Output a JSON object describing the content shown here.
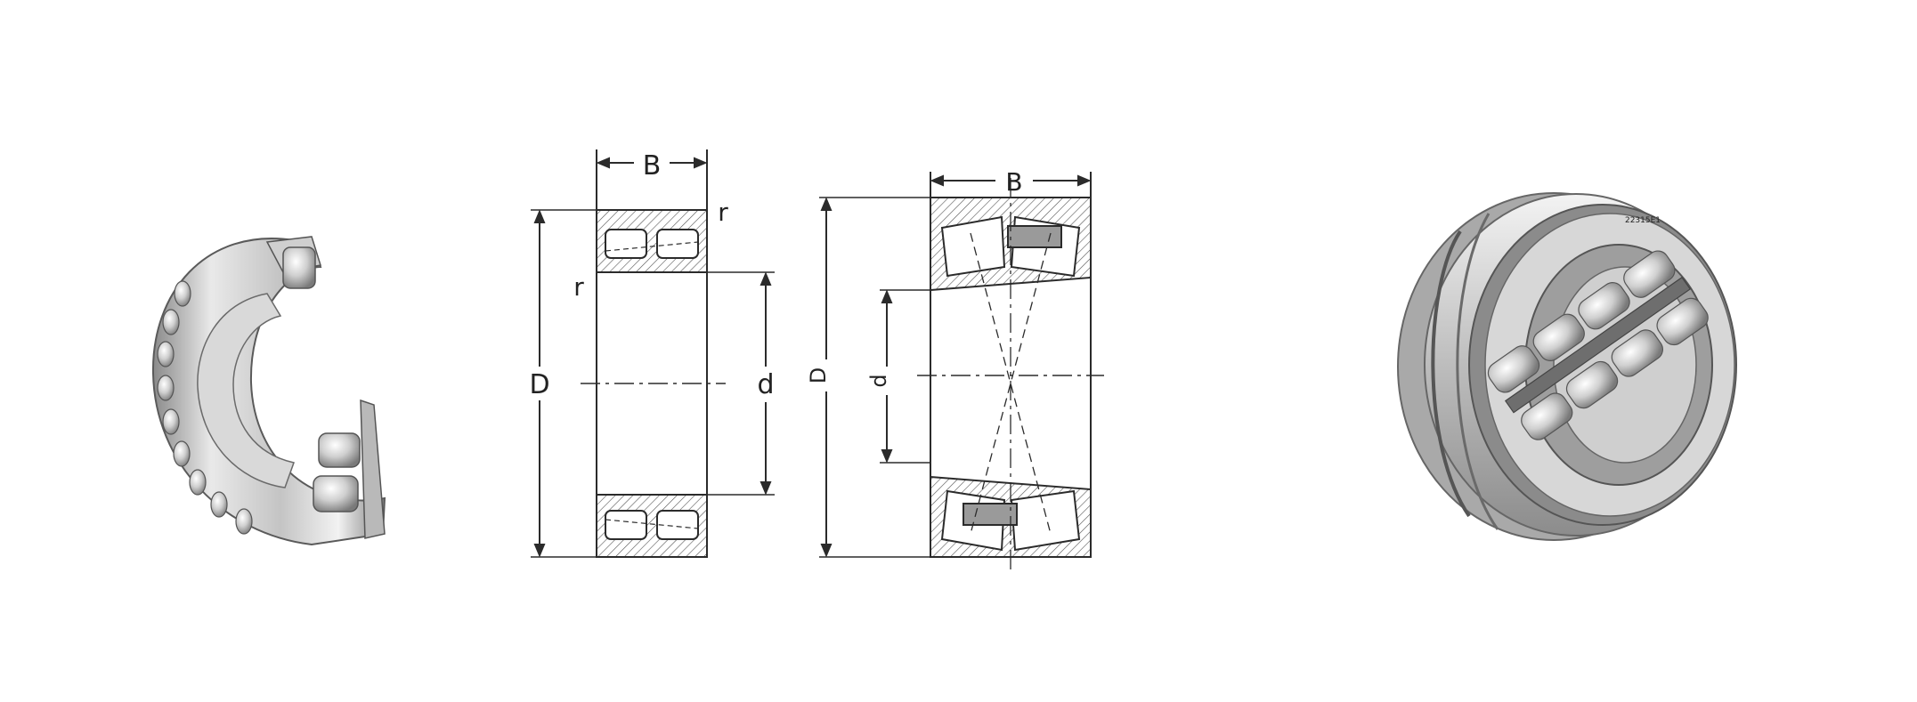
{
  "colors": {
    "line": "#2b2b2b",
    "hatch": "#555555",
    "steel_light": "#e6e6e6",
    "steel_mid": "#b9b9b9",
    "steel_dark": "#6f6f6f"
  },
  "icons": {
    "left_photo": "spherical-roller-bearing-cutaway-icon",
    "right_photo": "spherical-roller-bearing-icon"
  },
  "drawing_1": {
    "label_B": "B",
    "label_r_top": "r",
    "label_r_side": "r",
    "label_D": "D",
    "label_d": "d"
  },
  "drawing_2": {
    "label_B": "B",
    "label_D": "D",
    "label_d": "d"
  },
  "right_photo": {
    "marking": "22315E1"
  }
}
